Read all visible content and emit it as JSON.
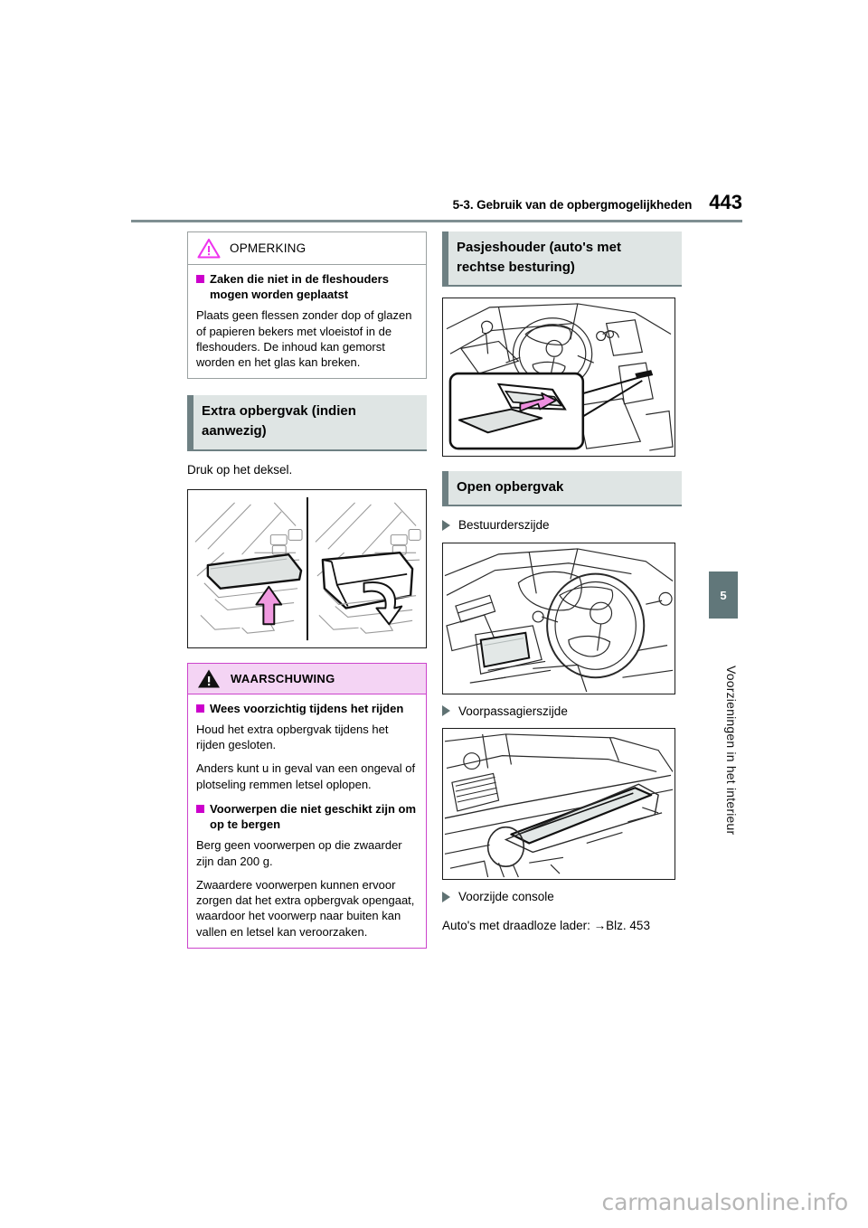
{
  "header": {
    "title": "5-3. Gebruik van de opbergmogelijkheden",
    "page_number": "443"
  },
  "side_tab": {
    "number": "5",
    "caption": "Voorzieningen in het interieur"
  },
  "watermark": "carmanualsonline.info",
  "left_column": {
    "notice": {
      "icon": "warning-triangle-outline-icon",
      "label": "OPMERKING",
      "heading": "Zaken die niet in de fleshouders mogen worden geplaatst",
      "body": "Plaats geen flessen zonder dop of glazen of papieren bekers met vloeistof in de fleshouders. De inhoud kan gemorst worden en het glas kan breken."
    },
    "section_heading": "Extra opbergvak (indien aanwezig)",
    "instruction": "Druk op het deksel.",
    "figure_alt": "overhead-console-compartment-illustration",
    "warning": {
      "icon": "warning-triangle-solid-icon",
      "label": "WAARSCHUWING",
      "items": [
        {
          "heading": "Wees voorzichtig tijdens het rijden",
          "paragraphs": [
            "Houd het extra opbergvak tijdens het rijden gesloten.",
            "Anders kunt u in geval van een ongeval of plotseling remmen letsel oplopen."
          ]
        },
        {
          "heading": "Voorwerpen die niet geschikt zijn om op te bergen",
          "paragraphs": [
            "Berg geen voorwerpen op die zwaarder zijn dan 200 g.",
            "Zwaardere voorwerpen kunnen ervoor zorgen dat het extra opbergvak opengaat, waardoor het voorwerp naar buiten kan vallen en letsel kan veroorzaken."
          ]
        }
      ]
    }
  },
  "right_column": {
    "section_heading_1": "Pasjeshouder (auto's met rechtse besturing)",
    "figure_1_alt": "card-holder-dashboard-illustration",
    "section_heading_2": "Open opbergvak",
    "item_1": "Bestuurderszijde",
    "figure_2_alt": "driver-side-open-tray-illustration",
    "item_2": "Voorpassagierszijde",
    "figure_3_alt": "passenger-side-open-tray-illustration",
    "item_3": "Voorzijde console",
    "cross_reference": "Auto's met draadloze lader: →Blz. 453"
  },
  "colors": {
    "accent_bar": "#6e8083",
    "heading_bg": "#dfe5e4",
    "rule": "#7f8f92",
    "magenta": "#cc00cc",
    "warning_bg": "#f4d4f4",
    "side_tab": "#61777a"
  }
}
